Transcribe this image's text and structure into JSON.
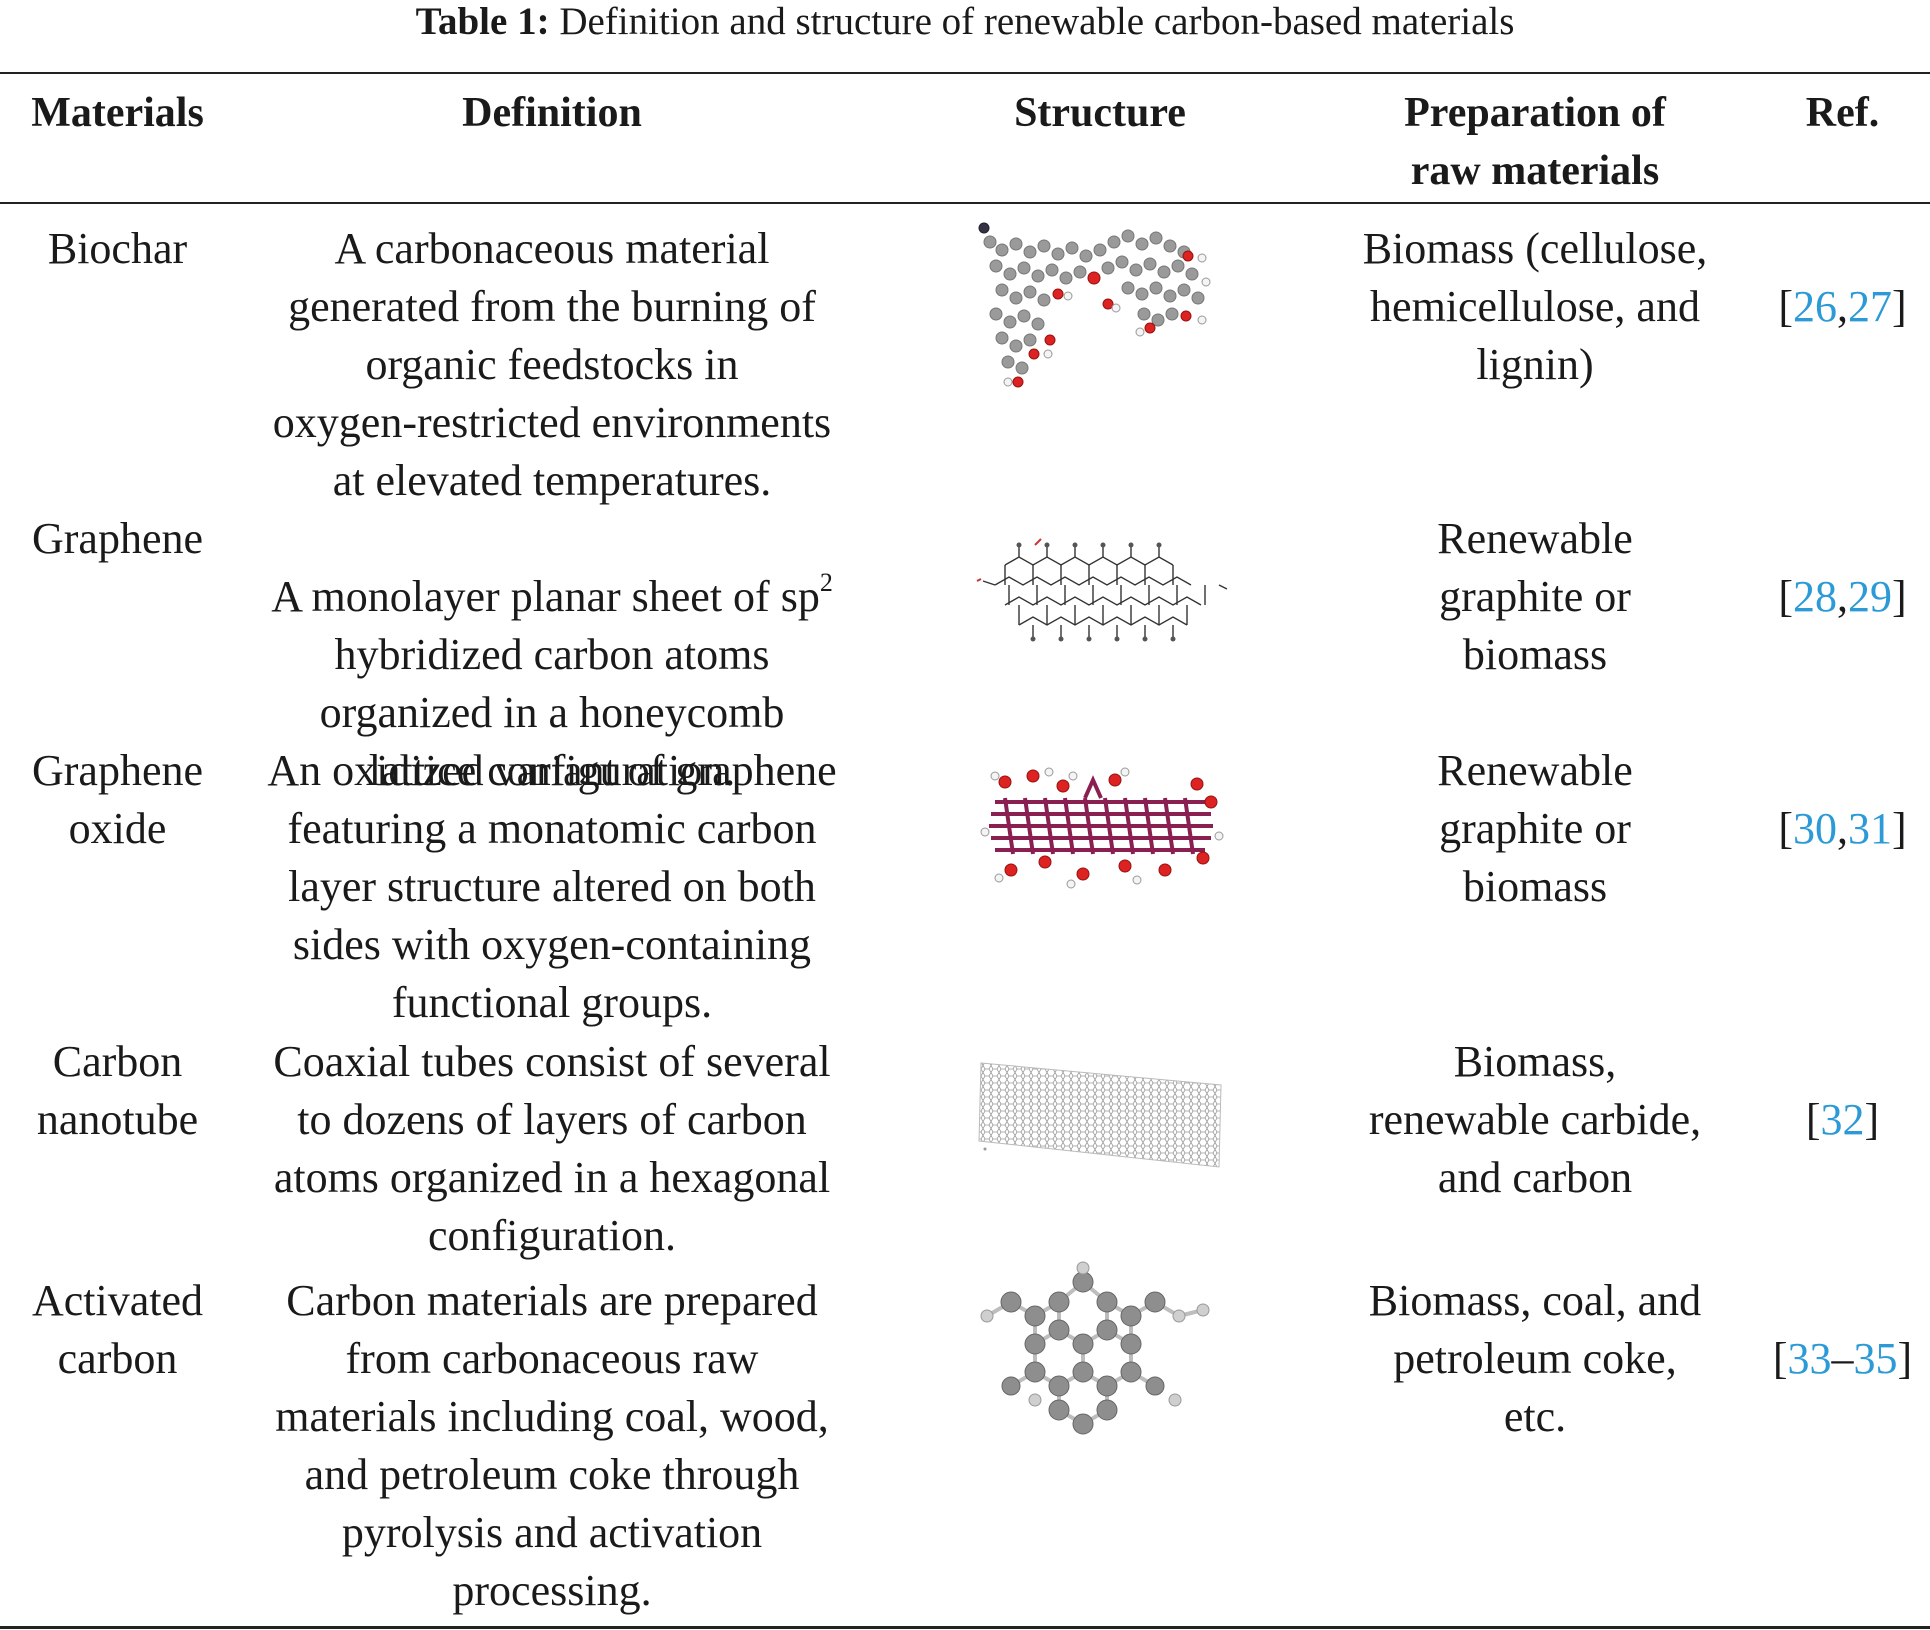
{
  "caption": {
    "label": "Table 1:",
    "text": " Definition and structure of renewable carbon-based materials"
  },
  "columns": [
    "Materials",
    "Definition",
    "Structure",
    "Preparation of\nraw materials",
    "Ref."
  ],
  "colors": {
    "link": "#2b9ad6",
    "text": "#1a1a1a"
  },
  "rows": [
    {
      "material": "Biochar",
      "definition": "A carbonaceous material\ngenerated from the burning of\norganic feedstocks in\noxygen-restricted environments\nat elevated temperatures.",
      "structure_icon": "biochar-molecule-icon",
      "preparation": "Biomass (cellulose,\nhemicellulose, and\nlignin)",
      "ref": {
        "open": "[",
        "a": "26",
        "sep": ",",
        "b": "27",
        "close": "]"
      }
    },
    {
      "material": "Graphene",
      "definition_lines": [
        "A monolayer planar sheet of sp",
        "2",
        "hybridized carbon atoms\norganized in a honeycomb\nlattice configuration."
      ],
      "structure_icon": "graphene-sheet-icon",
      "preparation": "Renewable\ngraphite or\nbiomass",
      "ref": {
        "open": "[",
        "a": "28",
        "sep": ",",
        "b": "29",
        "close": "]"
      }
    },
    {
      "material": "Graphene\noxide",
      "definition": "An oxidized variant of graphene\nfeaturing a monatomic carbon\nlayer structure altered on both\nsides with oxygen-containing\nfunctional groups.",
      "structure_icon": "graphene-oxide-icon",
      "preparation": "Renewable\ngraphite or\nbiomass",
      "ref": {
        "open": "[",
        "a": "30",
        "sep": ",",
        "b": "31",
        "close": "]"
      }
    },
    {
      "material": "Carbon\nnanotube",
      "definition": "Coaxial tubes consist of several\nto dozens of layers of carbon\natoms organized in a hexagonal\nconfiguration.",
      "structure_icon": "carbon-nanotube-icon",
      "preparation": "Biomass,\nrenewable carbide,\nand carbon",
      "ref": {
        "open": "[",
        "a": "32",
        "sep": "",
        "b": "",
        "close": "]"
      }
    },
    {
      "material": "Activated\ncarbon",
      "definition": "Carbon materials are prepared\nfrom carbonaceous raw\nmaterials including coal, wood,\nand petroleum coke through\npyrolysis and activation\nprocessing.",
      "structure_icon": "activated-carbon-molecule-icon",
      "preparation": "Biomass, coal, and\npetroleum coke,\netc.",
      "ref": {
        "open": "[",
        "a": "33",
        "sep": "–",
        "b": "35",
        "close": "]"
      }
    }
  ]
}
